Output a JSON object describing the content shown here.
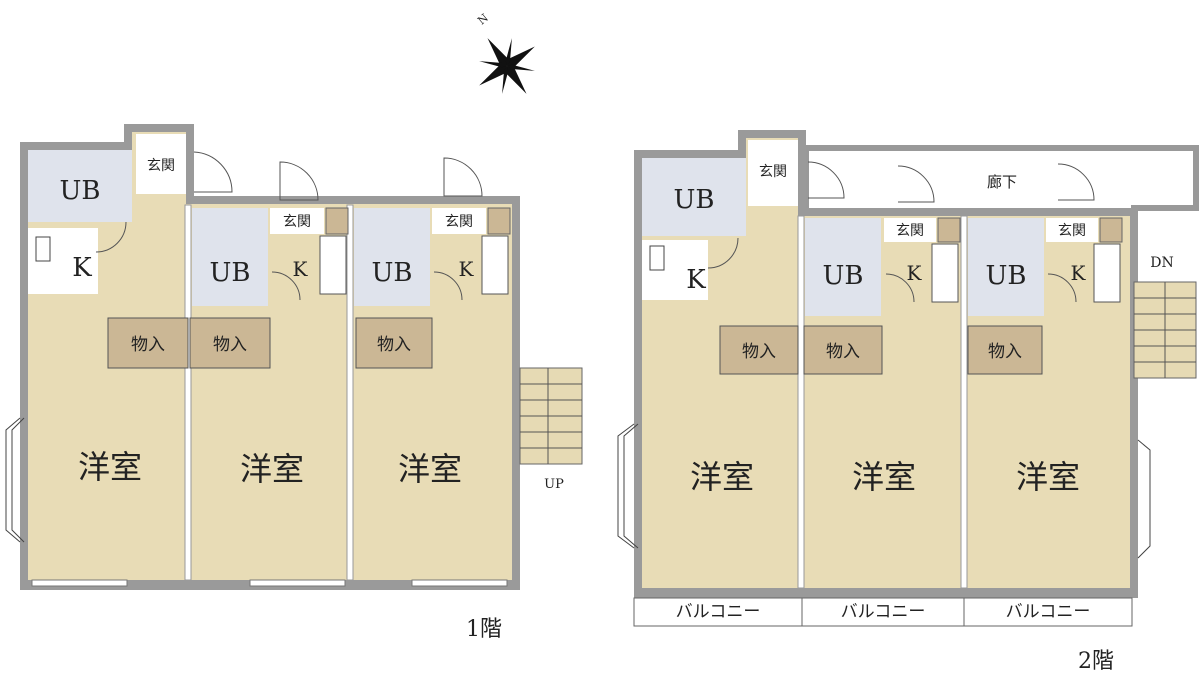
{
  "floors": [
    {
      "name": "1階",
      "stair_label": "UP",
      "units": [
        {
          "ub": "UB",
          "kitchen": "K",
          "entrance": "玄関",
          "storage": [
            "物入",
            "物入"
          ],
          "room": "洋室"
        },
        {
          "ub": "UB",
          "kitchen": "K",
          "entrance": "玄関",
          "room": "洋室"
        },
        {
          "ub": "UB",
          "kitchen": "K",
          "entrance": "玄関",
          "storage": [
            "物入"
          ],
          "room": "洋室"
        }
      ]
    },
    {
      "name": "2階",
      "stair_label": "DN",
      "corridor": "廊下",
      "units": [
        {
          "ub": "UB",
          "kitchen": "K",
          "entrance": "玄関",
          "storage": [
            "物入",
            "物入"
          ],
          "room": "洋室",
          "balcony": "バルコニー"
        },
        {
          "ub": "UB",
          "kitchen": "K",
          "entrance": "玄関",
          "room": "洋室",
          "balcony": "バルコニー"
        },
        {
          "ub": "UB",
          "kitchen": "K",
          "entrance": "玄関",
          "storage": [
            "物入"
          ],
          "room": "洋室",
          "balcony": "バルコニー"
        }
      ]
    }
  ],
  "compass": {
    "label": "N",
    "icon": "compass-star-icon"
  },
  "colors": {
    "room": "#e8dcb6",
    "bath": "#dfe3ec",
    "storage": "#cbb795",
    "wall": "#9a9a9a"
  }
}
